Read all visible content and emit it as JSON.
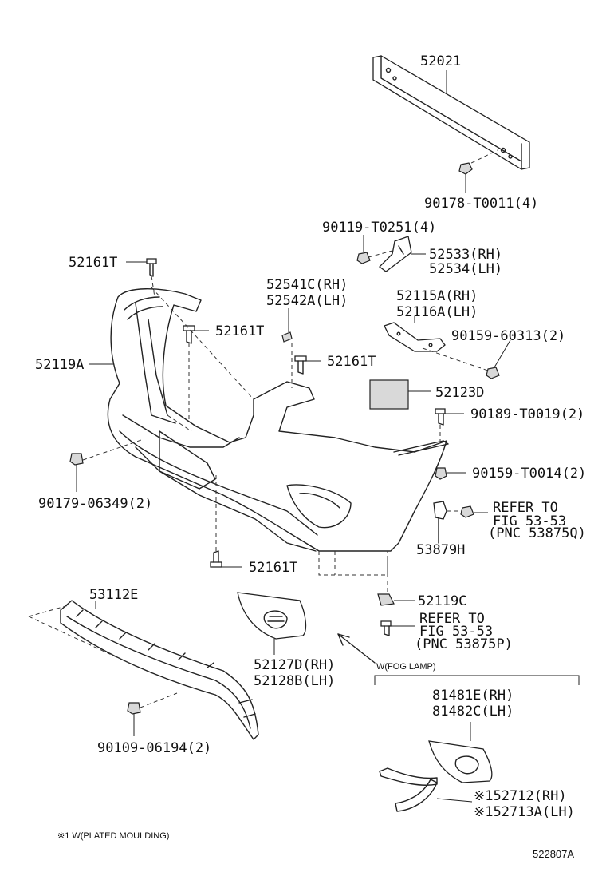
{
  "parts": {
    "p52021": "52021",
    "p90178": "90178-T0011(4)",
    "p90119": "90119-T0251(4)",
    "p52533": "52533(RH)",
    "p52534": "52534(LH)",
    "p52161T_a": "52161T",
    "p52541C": "52541C(RH)",
    "p52542A": "52542A(LH)",
    "p52115A": "52115A(RH)",
    "p52116A": "52116A(LH)",
    "p52161T_b": "52161T",
    "p90159_60313": "90159-60313(2)",
    "p52119A": "52119A",
    "p52161T_c": "52161T",
    "p52123D": "52123D",
    "p90189": "90189-T0019(2)",
    "p90179": "90179-06349(2)",
    "p90159_T0014": "90159-T0014(2)",
    "ref1_line1": "REFER TO",
    "ref1_line2": "FIG 53-53",
    "ref1_line3": "(PNC 53875Q)",
    "p53879H": "53879H",
    "p52161T_d": "52161T",
    "p53112E": "53112E",
    "p52119C": "52119C",
    "ref2_line1": "REFER TO",
    "ref2_line2": "FIG 53-53",
    "ref2_line3": "(PNC 53875P)",
    "p52127D": "52127D(RH)",
    "p52128B": "52128B(LH)",
    "fog_note": "W(FOG LAMP)",
    "p81481E": "81481E(RH)",
    "p81482C": "81482C(LH)",
    "p90109": "90109-06194(2)",
    "p52712": "※152712(RH)",
    "p52713A": "※152713A(LH)"
  },
  "footnote": "※1 W(PLATED MOULDING)",
  "diagram_id": "522807A"
}
